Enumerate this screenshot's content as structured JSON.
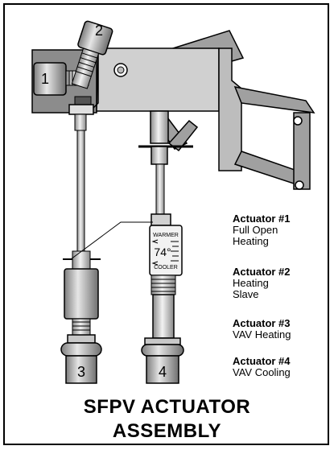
{
  "markers": [
    "1",
    "2",
    "3",
    "4"
  ],
  "thermostat": {
    "top": "WARMER",
    "value": "74°",
    "bottom": "COOLER"
  },
  "actuators": [
    {
      "title": "Actuator #1",
      "desc": "Full Open\nHeating"
    },
    {
      "title": "Actuator #2",
      "desc": "Heating\nSlave"
    },
    {
      "title": "Actuator #3",
      "desc": "VAV Heating"
    },
    {
      "title": "Actuator #4",
      "desc": "VAV Cooling"
    }
  ],
  "caption": {
    "line1": "SFPV ACTUATOR",
    "line2": "ASSEMBLY"
  },
  "colors": {
    "metal_light": "#d8d8d8",
    "metal_mid": "#a8a8a8",
    "metal_dark": "#7a7a7a",
    "outline": "#000000"
  }
}
